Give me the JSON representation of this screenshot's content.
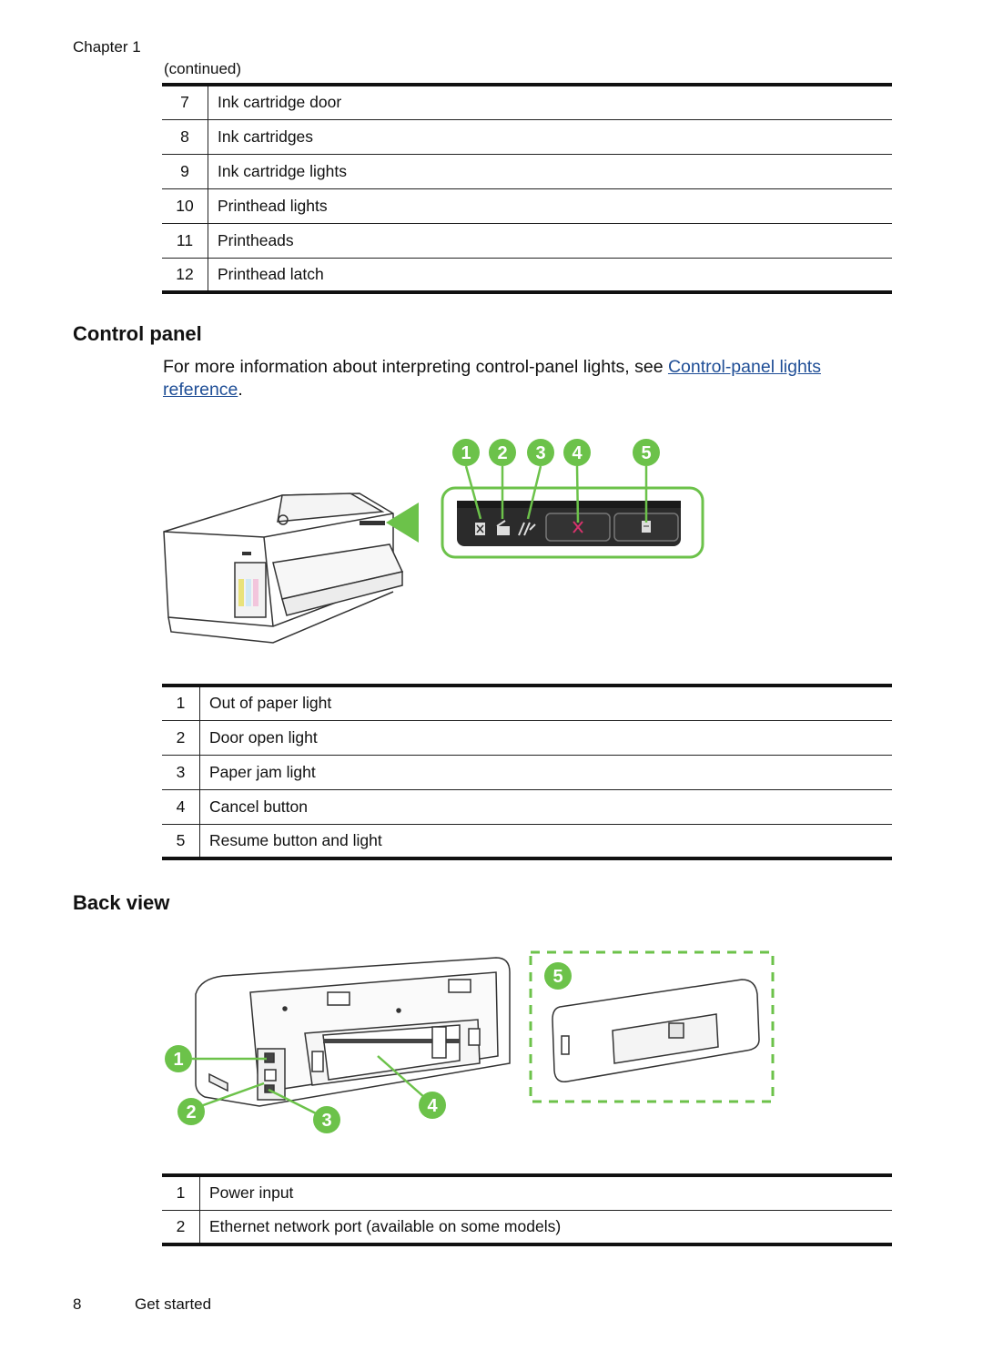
{
  "header": {
    "chapter": "Chapter 1",
    "continued": "(continued)"
  },
  "top_table": [
    {
      "num": "7",
      "label": "Ink cartridge door"
    },
    {
      "num": "8",
      "label": "Ink cartridges"
    },
    {
      "num": "9",
      "label": "Ink cartridge lights"
    },
    {
      "num": "10",
      "label": "Printhead lights"
    },
    {
      "num": "11",
      "label": "Printheads"
    },
    {
      "num": "12",
      "label": "Printhead latch"
    }
  ],
  "control_panel": {
    "title": "Control panel",
    "intro_text": "For more information about interpreting control-panel lights, see ",
    "link_text": "Control-panel lights reference",
    "intro_end": ".",
    "callouts": [
      "1",
      "2",
      "3",
      "4",
      "5"
    ],
    "table": [
      {
        "num": "1",
        "label": "Out of paper light"
      },
      {
        "num": "2",
        "label": "Door open light"
      },
      {
        "num": "3",
        "label": "Paper jam light"
      },
      {
        "num": "4",
        "label": "Cancel button"
      },
      {
        "num": "5",
        "label": "Resume button and light"
      }
    ]
  },
  "back_view": {
    "title": "Back view",
    "callouts": [
      "1",
      "2",
      "3",
      "4",
      "5"
    ],
    "table": [
      {
        "num": "1",
        "label": "Power input"
      },
      {
        "num": "2",
        "label": "Ethernet network port (available on some models)"
      }
    ]
  },
  "footer": {
    "page_number": "8",
    "section": "Get started"
  },
  "colors": {
    "callout_green": "#6cc24a",
    "link_blue": "#1f4e96",
    "panel_dark": "#2b2b2b",
    "cancel_red": "#d6336c"
  }
}
